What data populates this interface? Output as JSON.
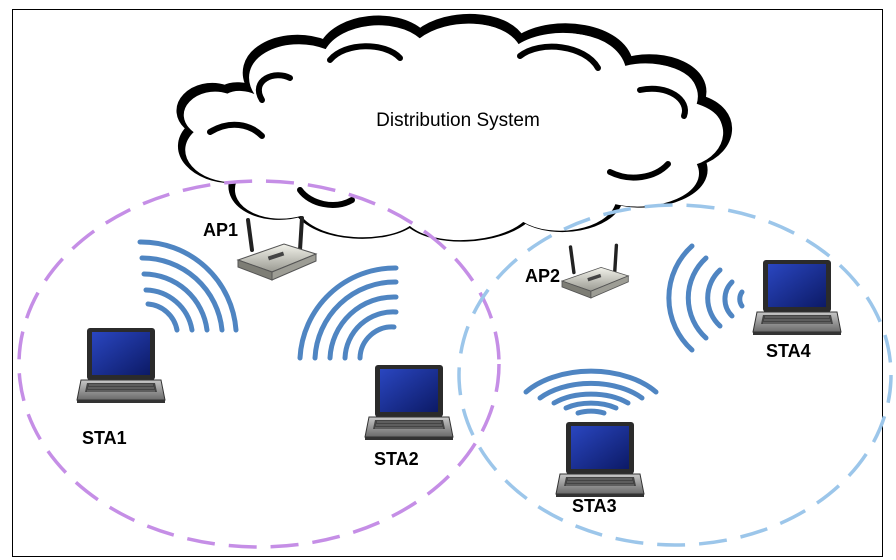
{
  "cloud": {
    "label": "Distribution System"
  },
  "access_points": [
    {
      "id": "ap1",
      "label": "AP1"
    },
    {
      "id": "ap2",
      "label": "AP2"
    }
  ],
  "stations": [
    {
      "id": "sta1",
      "label": "STA1"
    },
    {
      "id": "sta2",
      "label": "STA2"
    },
    {
      "id": "sta3",
      "label": "STA3"
    },
    {
      "id": "sta4",
      "label": "STA4"
    }
  ],
  "colors": {
    "bss1_circle": "#c58ee6",
    "bss2_circle": "#9cc6ea",
    "wave": "#4f85c2",
    "laptop_screen": "#152a8a"
  }
}
